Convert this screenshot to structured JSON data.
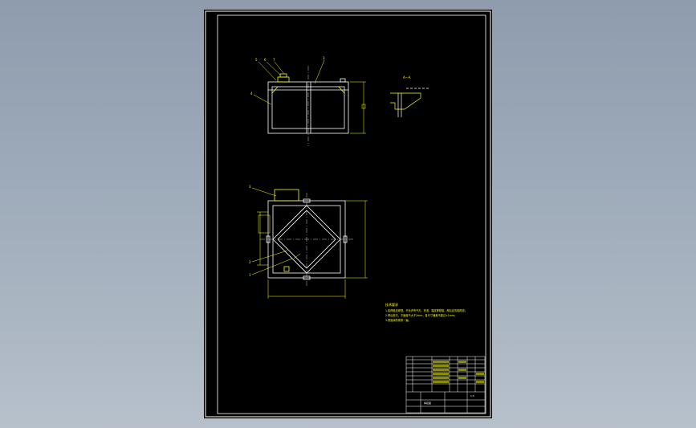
{
  "drawing": {
    "part_labels": [
      "1",
      "2",
      "3",
      "4",
      "5",
      "6",
      "7"
    ],
    "section_label": "A—A",
    "notes_heading": "技术要求",
    "notes": [
      "1.各焊缝应焊透，不允许有气孔、夹渣、裂纹等缺陷，焊后应清除焊渣；",
      "2.焊后校平，平面度不大于2mm，各尺寸偏差不超过±1mm；",
      "3.表面涂防锈漆一遍。"
    ]
  },
  "title_block": {
    "drawing_title": "焊接座",
    "scale": "1:5"
  },
  "colors": {
    "background": "#000000",
    "outline": "#ffffff",
    "annotation": "#ffff00",
    "centerline": "#c8c8c8"
  }
}
